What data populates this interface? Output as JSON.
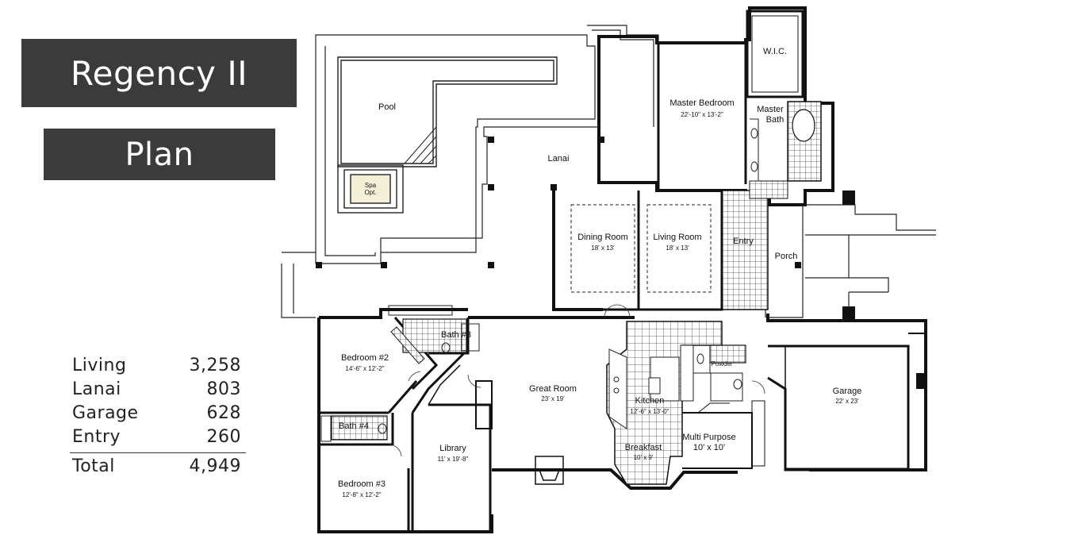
{
  "header": {
    "title": "Regency II",
    "subtitle": "Plan"
  },
  "area_table": {
    "rows": [
      {
        "label": "Living",
        "value": "3,258"
      },
      {
        "label": "Lanai",
        "value": "803"
      },
      {
        "label": "Garage",
        "value": "628"
      },
      {
        "label": "Entry",
        "value": "260"
      }
    ],
    "total": {
      "label": "Total",
      "value": "4,949"
    }
  },
  "floor_plan": {
    "rooms": {
      "pool": {
        "name": "Pool"
      },
      "spa": {
        "name": "Spa",
        "note": "Opt."
      },
      "lanai": {
        "name": "Lanai"
      },
      "wic": {
        "name": "W.I.C."
      },
      "master_bedroom": {
        "name": "Master Bedroom",
        "dims": "22'-10\" x 13'-2\""
      },
      "master_bath": {
        "name": "Master",
        "name2": "Bath"
      },
      "dining_room": {
        "name": "Dining Room",
        "dims": "18' x 13'"
      },
      "living_room": {
        "name": "Living Room",
        "dims": "18' x 13'"
      },
      "entry": {
        "name": "Entry"
      },
      "porch": {
        "name": "Porch"
      },
      "bedroom2": {
        "name": "Bedroom #2",
        "dims": "14'-6\" x 12'-2\""
      },
      "bath3": {
        "name": "Bath #3"
      },
      "great_room": {
        "name": "Great Room",
        "dims": "23' x 19'"
      },
      "powder": {
        "name": "Powder"
      },
      "kitchen": {
        "name": "Kitchen",
        "dims": "12'-6\" x 13'-0\""
      },
      "garage": {
        "name": "Garage",
        "dims": "22' x 23'"
      },
      "bath4": {
        "name": "Bath #4"
      },
      "library": {
        "name": "Library",
        "dims": "11' x 19'-8\""
      },
      "breakfast": {
        "name": "Breakfast",
        "dims": "10' x 9'"
      },
      "multi_purpose": {
        "name": "Multi Purpose",
        "dims": "10' x 10'"
      },
      "bedroom3": {
        "name": "Bedroom #3",
        "dims": "12'-8\" x 12'-2\""
      }
    }
  }
}
